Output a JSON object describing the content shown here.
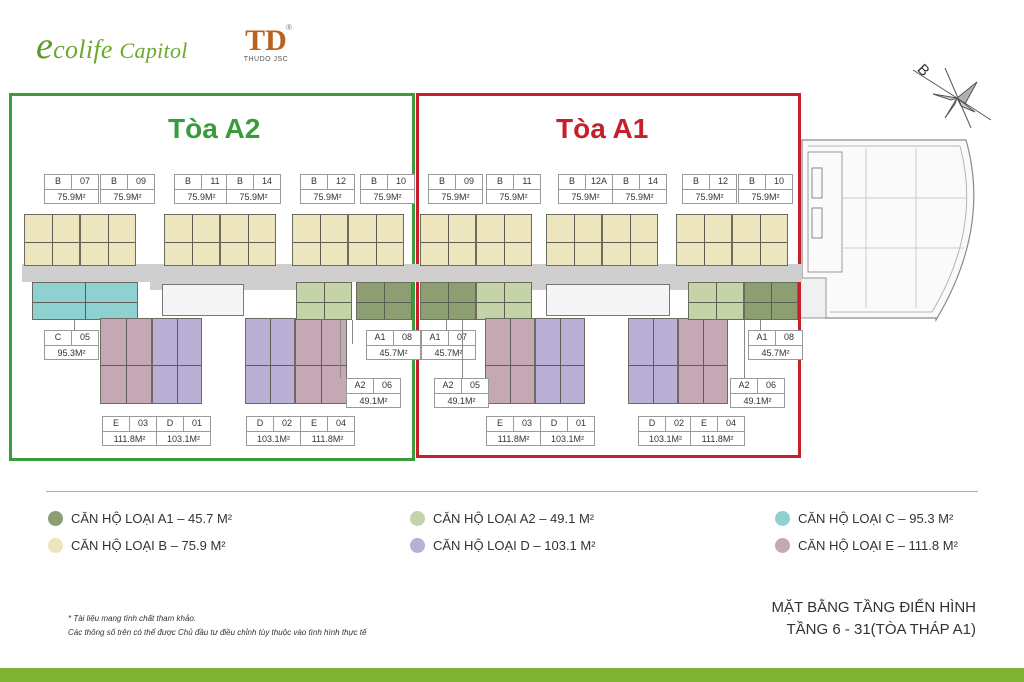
{
  "header": {
    "brand_left_prefix": "e",
    "brand_left_main": "colife",
    "brand_left_suffix": "Capitol",
    "brand_right_mark": "TD",
    "brand_right_sub": "THUDO JSC",
    "brand_right_reg": "®"
  },
  "compass_label": "B",
  "towers": [
    {
      "name": "Tòa A2",
      "color": "#3a9b3c",
      "top_labels": [
        {
          "type": "B",
          "num": "07",
          "area": "75.9M²"
        },
        {
          "type": "B",
          "num": "09",
          "area": "75.9M²"
        },
        {
          "type": "B",
          "num": "11",
          "area": "75.9M²"
        },
        {
          "type": "B",
          "num": "14",
          "area": "75.9M²"
        },
        {
          "type": "B",
          "num": "12",
          "area": "75.9M²"
        },
        {
          "type": "B",
          "num": "10",
          "area": "75.9M²"
        }
      ],
      "side_labels": [
        {
          "type": "C",
          "num": "05",
          "area": "95.3M²"
        },
        {
          "type": "A1",
          "num": "08",
          "area": "45.7M²"
        },
        {
          "type": "A2",
          "num": "06",
          "area": "49.1M²"
        }
      ],
      "bottom_labels": [
        {
          "type": "E",
          "num": "03",
          "area": "111.8M²"
        },
        {
          "type": "D",
          "num": "01",
          "area": "103.1M²"
        },
        {
          "type": "D",
          "num": "02",
          "area": "103.1M²"
        },
        {
          "type": "E",
          "num": "04",
          "area": "111.8M²"
        }
      ]
    },
    {
      "name": "Tòa A1",
      "color": "#c8202a",
      "top_labels": [
        {
          "type": "B",
          "num": "09",
          "area": "75.9M²"
        },
        {
          "type": "B",
          "num": "11",
          "area": "75.9M²"
        },
        {
          "type": "B",
          "num": "12A",
          "area": "75.9M²"
        },
        {
          "type": "B",
          "num": "14",
          "area": "75.9M²"
        },
        {
          "type": "B",
          "num": "12",
          "area": "75.9M²"
        },
        {
          "type": "B",
          "num": "10",
          "area": "75.9M²"
        }
      ],
      "side_labels": [
        {
          "type": "A1",
          "num": "07",
          "area": "45.7M²"
        },
        {
          "type": "A2",
          "num": "05",
          "area": "49.1M²"
        },
        {
          "type": "A1",
          "num": "08",
          "area": "45.7M²"
        },
        {
          "type": "A2",
          "num": "06",
          "area": "49.1M²"
        }
      ],
      "bottom_labels": [
        {
          "type": "E",
          "num": "03",
          "area": "111.8M²"
        },
        {
          "type": "D",
          "num": "01",
          "area": "103.1M²"
        },
        {
          "type": "D",
          "num": "02",
          "area": "103.1M²"
        },
        {
          "type": "E",
          "num": "04",
          "area": "111.8M²"
        }
      ]
    }
  ],
  "unit_colors": {
    "A1": "#8d9e72",
    "A2": "#c5d3a8",
    "B": "#ece5bd",
    "C": "#8fd0d0",
    "D": "#bab0d6",
    "E": "#c4a8b4"
  },
  "legend": [
    {
      "label": "CĂN HỘ LOẠI A1 – 45.7 M²",
      "color": "#8d9e72"
    },
    {
      "label": "CĂN HỘ LOẠI A2 – 49.1 M²",
      "color": "#c5d3a8"
    },
    {
      "label": "CĂN HỘ LOẠI C – 95.3 M²",
      "color": "#8fd0d0"
    },
    {
      "label": "CĂN HỘ LOẠI B – 75.9 M²",
      "color": "#ece5bd"
    },
    {
      "label": "CĂN HỘ LOẠI D – 103.1 M²",
      "color": "#bab0d6"
    },
    {
      "label": "CĂN HỘ LOẠI E – 111.8 M²",
      "color": "#c4a8b4"
    }
  ],
  "notes": [
    "* Tài liệu mang tính chất tham khảo.",
    "Các thông số trên có thể được Chủ đầu tư điều chỉnh tùy thuộc vào tình hình thực tế"
  ],
  "caption": {
    "line1": "MẶT BẰNG TẦNG ĐIỂN HÌNH",
    "line2": "TẦNG 6 - 31(TÒA THÁP A1)"
  }
}
